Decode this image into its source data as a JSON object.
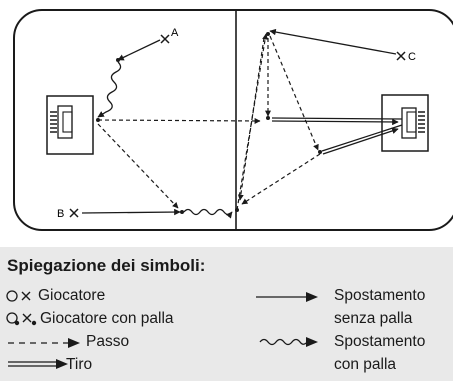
{
  "field": {
    "player_labels": {
      "a": "A",
      "b": "B",
      "c": "C"
    }
  },
  "legend": {
    "title": "Spiegazione dei simboli:",
    "items": {
      "giocatore": "Giocatore",
      "giocatore_con_palla": "Giocatore con palla",
      "passo": "Passo",
      "tiro": "Tiro",
      "spostamento_senza_palla_1": "Spostamento",
      "spostamento_senza_palla_2": "senza palla",
      "spostamento_con_palla_1": "Spostamento",
      "spostamento_con_palla_2": "con palla"
    }
  },
  "colors": {
    "legend_bg": "#e9e9e9",
    "ink": "#1a1a1a"
  }
}
